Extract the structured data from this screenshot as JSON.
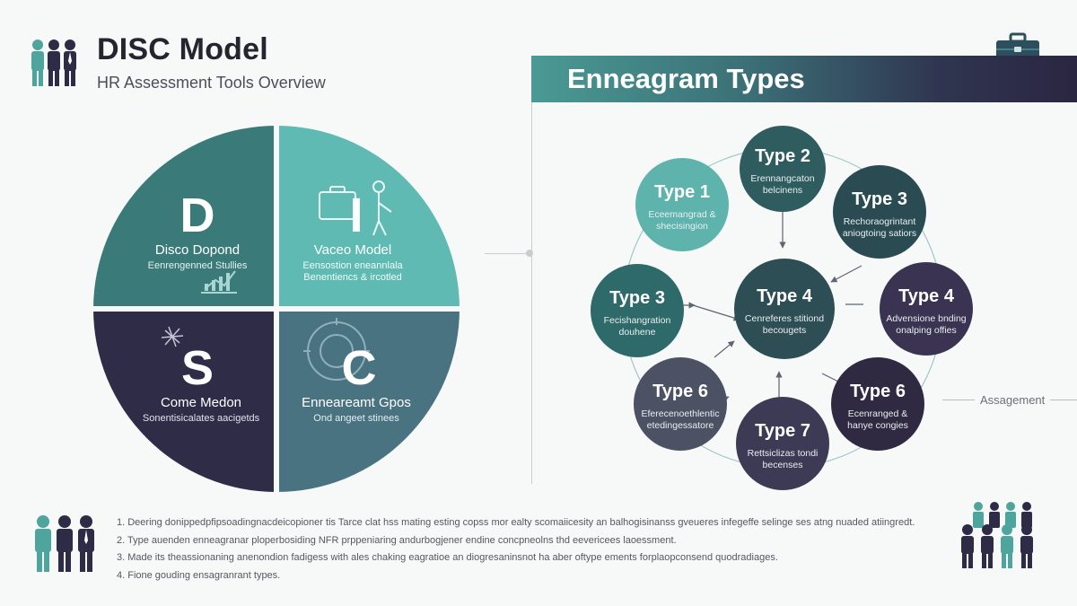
{
  "header": {
    "title": "DISC Model",
    "subtitle": "HR Assessment Tools Overview"
  },
  "disc": {
    "quadrants": [
      {
        "letter": "D",
        "title": "Disco Dopond",
        "desc": "Eenrengenned Stullies",
        "color": "#3a7a78",
        "icon": "growth-chart-icon"
      },
      {
        "letter": "I",
        "title": "Vaceo Model",
        "desc": [
          "Eensostion eneannlala",
          "Benentiencs & ircotled"
        ],
        "color": "#5ebab3",
        "icon": "businessperson-briefcase-icon"
      },
      {
        "letter": "S",
        "title": "Come Medon",
        "desc": "Sonentisicalates aacigetds",
        "color": "#2f2c47",
        "icon": "sparkle-icon"
      },
      {
        "letter": "C",
        "title": "Enneareamt Gpos",
        "desc": "Ond angeet stinees",
        "color": "#4a7382",
        "icon": "gear-icon"
      }
    ]
  },
  "enneagram": {
    "title": "Enneagram Types",
    "nodes": [
      {
        "label": "Type 2",
        "desc": [
          "Erennangcaton",
          "belcinens"
        ],
        "color": "#2f5c5e"
      },
      {
        "label": "Type 1",
        "desc": [
          "Eceemangrad &",
          "shecisingion"
        ],
        "color": "#5fb3ad"
      },
      {
        "label": "Type 3",
        "desc": [
          "Rechoraogrintant",
          "aniogtoing satiors"
        ],
        "color": "#2a4b52"
      },
      {
        "label": "Type 3",
        "desc": [
          "Fecishangration",
          "douhene"
        ],
        "color": "#2f6a6a"
      },
      {
        "label": "Type 4",
        "desc": [
          "Cenreferes stitiond",
          "becougets"
        ],
        "color": "#2d4e55"
      },
      {
        "label": "Type 4",
        "desc": [
          "Advensione bnding",
          "onalping offies"
        ],
        "color": "#3a3352"
      },
      {
        "label": "Type 6",
        "desc": [
          "Eferecenoethlentic",
          "etedingessatore"
        ],
        "color": "#4d5164"
      },
      {
        "label": "Type 6",
        "desc": [
          "Ecenranged &",
          "hanye congies"
        ],
        "color": "#2f2942"
      },
      {
        "label": "Type 7",
        "desc": [
          "Rettsiclizas tondi",
          "becenses"
        ],
        "color": "#3d3a55"
      }
    ],
    "side_label": "Assagement"
  },
  "notes": [
    "1.  Deering donippedpfipsoadingnacdeicopioner tis Tarce clat hss mating esting copss mor ealty scomaiicesity an balhogisinanss gveueres infegeffe selinge ses atng nuaded atiingredt.",
    "2.  Type auenden enneagranar ploperbosiding NFR prppeniaring andurbogjener endine concpneolns thd eevericees laoessment.",
    "3.  Made its theassionaning anenondion fadigess with ales chaking eagratioe an diogresaninsnot ha aber oftype ements forplaopconsend quodradiages.",
    "4.  Fione gouding ensagranrant types."
  ],
  "colors": {
    "teal": "#3a7a78",
    "light_teal": "#5ebab3",
    "navy": "#2f2c47",
    "slate": "#4a7382"
  }
}
